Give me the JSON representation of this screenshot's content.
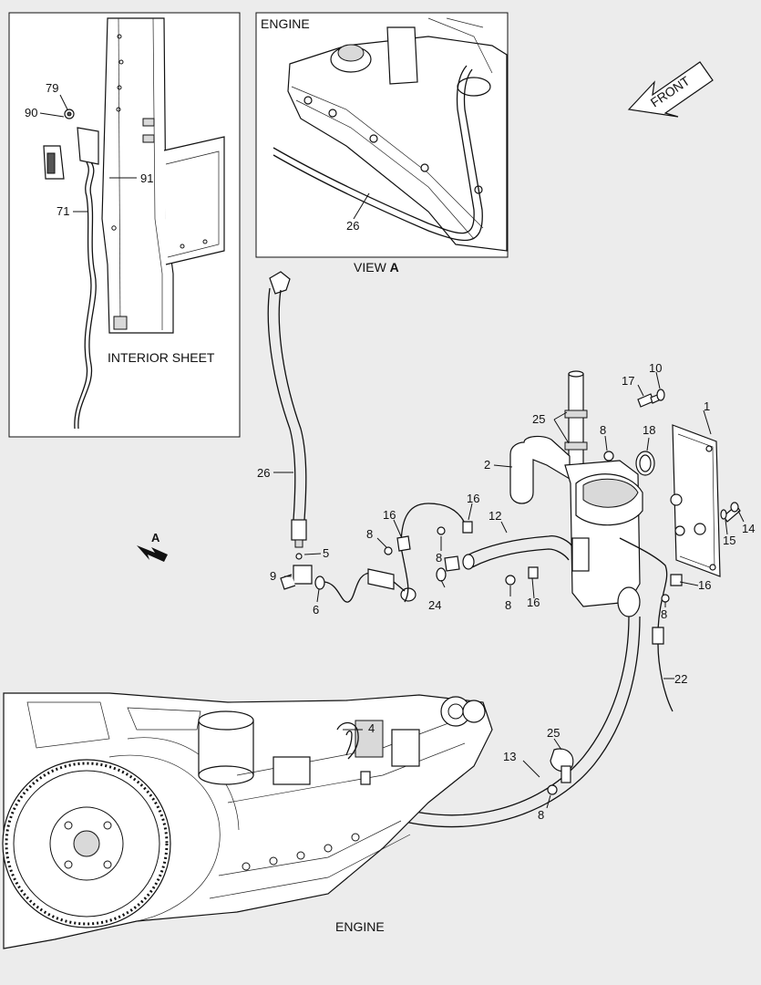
{
  "panels": {
    "interior": {
      "caption": "INTERIOR SHEET"
    },
    "view_a": {
      "heading": "ENGINE",
      "caption_prefix": "VIEW ",
      "caption_letter": "A"
    }
  },
  "direction": {
    "front_label": "FRONT",
    "view_arrow_label": "A"
  },
  "engine_label": "ENGINE",
  "callouts": {
    "c79": "79",
    "c90": "90",
    "c91": "91",
    "c71": "71",
    "c26a": "26",
    "c26b": "26",
    "c17": "17",
    "c10": "10",
    "c1": "1",
    "c25a": "25",
    "c8a": "8",
    "c18": "18",
    "c2": "2",
    "c16a": "16",
    "c12": "12",
    "c16b": "16",
    "c8b": "8",
    "c8c": "8",
    "c5": "5",
    "c9": "9",
    "c6": "6",
    "c24": "24",
    "c8d": "8",
    "c16c": "16",
    "c16d": "16",
    "c8e": "8",
    "c14": "14",
    "c15": "15",
    "c22": "22",
    "c4": "4",
    "c25b": "25",
    "c13": "13",
    "c8f": "8"
  }
}
